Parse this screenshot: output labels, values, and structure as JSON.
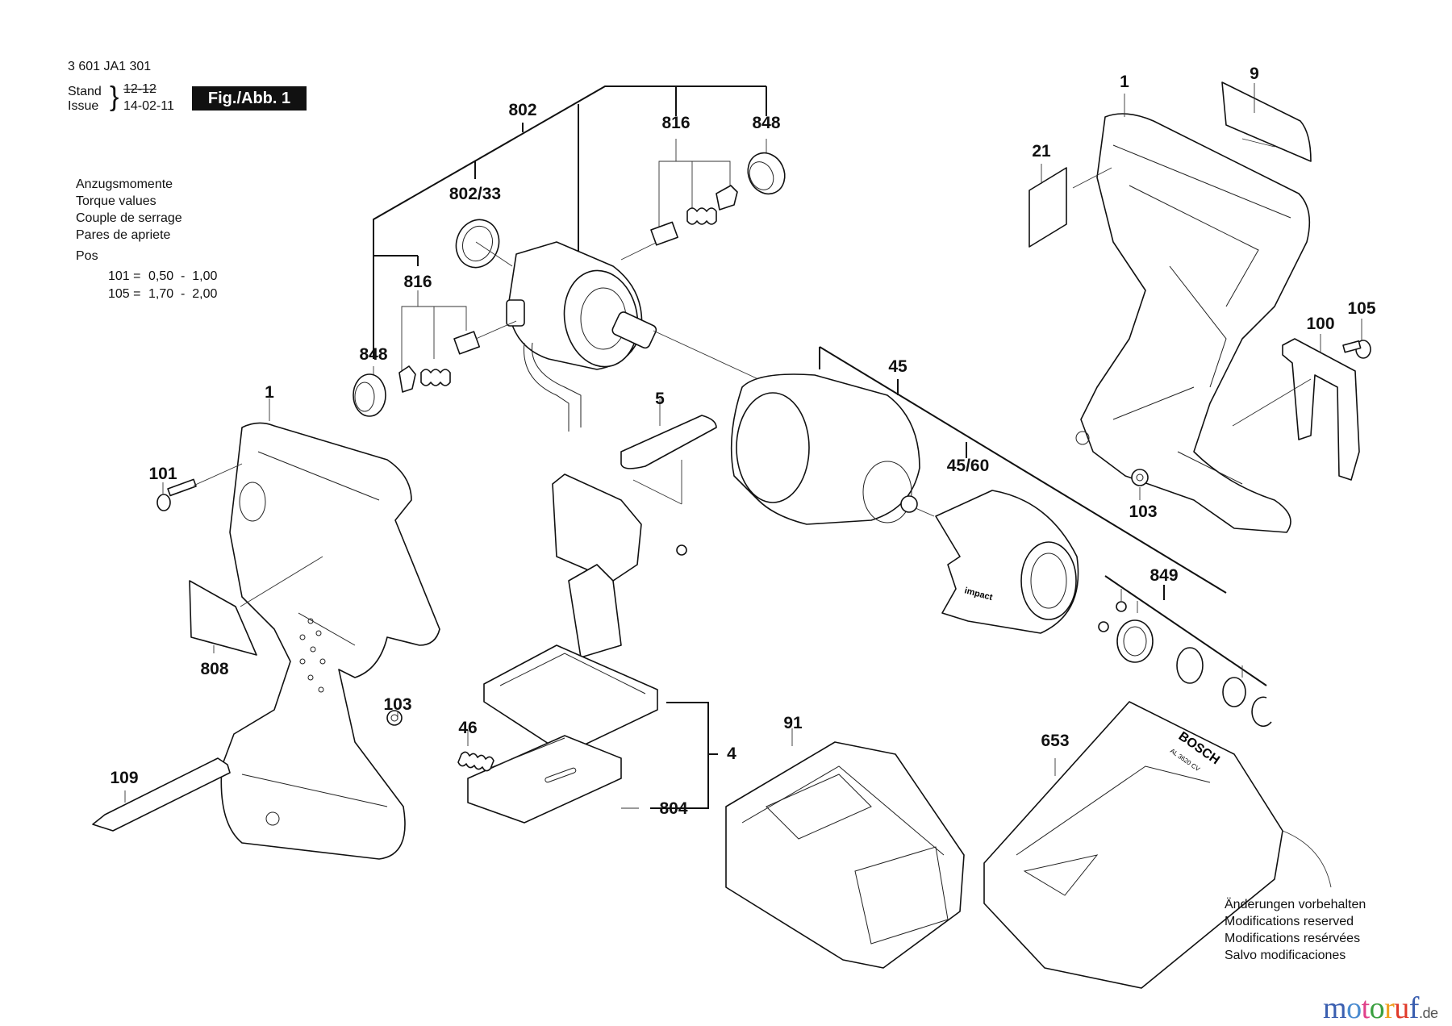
{
  "header": {
    "part_number": "3 601 JA1 301",
    "stand_label": "Stand",
    "issue_label": "Issue",
    "stand_value_struck": "12-12",
    "issue_value": "14-02-11",
    "figure_badge": "Fig./Abb. 1"
  },
  "torque": {
    "lines": [
      "Anzugsmomente",
      "Torque values",
      "Couple de serrage",
      "Pares de apriete"
    ],
    "pos_label": "Pos",
    "values": [
      {
        "pos": "101 =",
        "range": "0,50  -  1,00"
      },
      {
        "pos": "105 =",
        "range": "1,70  -  2,00"
      }
    ]
  },
  "callouts": {
    "c802": "802",
    "c816_top": "816",
    "c848_top": "848",
    "c802_33": "802/33",
    "c816_left": "816",
    "c848_left": "848",
    "c1_right": "1",
    "c9": "9",
    "c21": "21",
    "c105": "105",
    "c100": "100",
    "c103_right": "103",
    "c45": "45",
    "c45_60": "45/60",
    "c849": "849",
    "c5": "5",
    "c1_left": "1",
    "c101": "101",
    "c808": "808",
    "c103_left": "103",
    "c109": "109",
    "c46": "46",
    "c4": "4",
    "c804": "804",
    "c91": "91",
    "c653": "653"
  },
  "part_markings": {
    "impact_label": "impact",
    "charger_brand": "BOSCH",
    "charger_model": "AL 3620 CV"
  },
  "notes": [
    "Änderungen vorbehalten",
    "Modifications reserved",
    "Modifications resérvées",
    "Salvo modificaciones"
  ],
  "watermark": {
    "letters": [
      {
        "ch": "m",
        "color": "#3b5fb0"
      },
      {
        "ch": "o",
        "color": "#4a8bd0"
      },
      {
        "ch": "t",
        "color": "#e0408a"
      },
      {
        "ch": "o",
        "color": "#3aa040"
      },
      {
        "ch": "r",
        "color": "#f0a020"
      },
      {
        "ch": "u",
        "color": "#e03a2a"
      },
      {
        "ch": "f",
        "color": "#3b5fb0"
      }
    ],
    "tld": ".de"
  }
}
